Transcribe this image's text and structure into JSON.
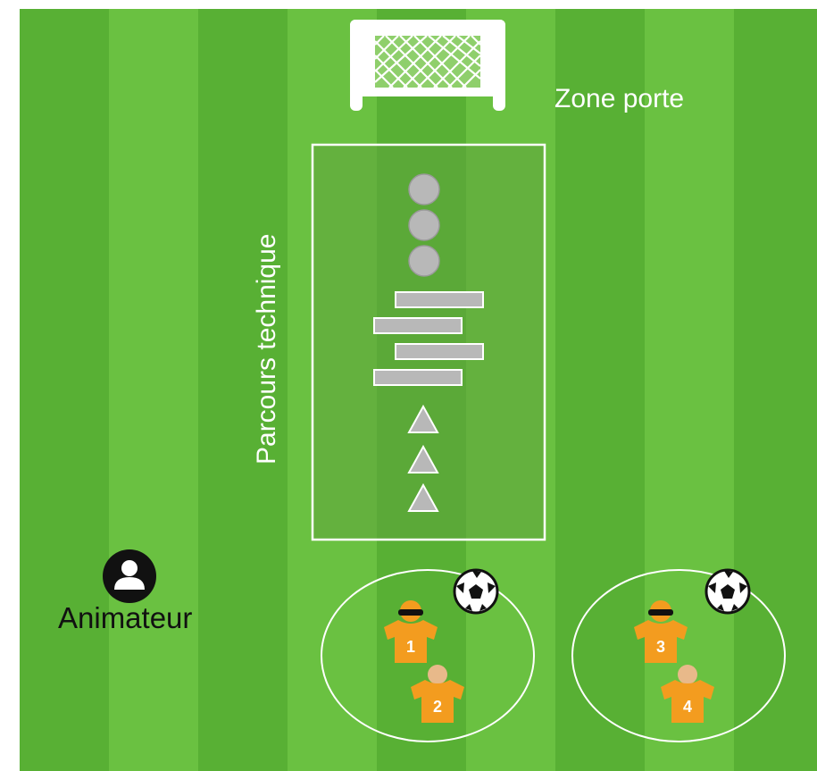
{
  "labels": {
    "goal_zone": "Zone porte",
    "course": "Parcours technique",
    "coach": "Animateur"
  },
  "players": [
    {
      "number": "1",
      "blindfolded": true,
      "group": "left"
    },
    {
      "number": "2",
      "blindfolded": false,
      "group": "left"
    },
    {
      "number": "3",
      "blindfolded": true,
      "group": "right"
    },
    {
      "number": "4",
      "blindfolded": false,
      "group": "right"
    }
  ],
  "obstacles": {
    "discs": 3,
    "hurdles": 4,
    "cones": 3
  },
  "colors": {
    "stripe_light": "#6ac141",
    "stripe_dark": "#58b034",
    "course_fill": "#5fa43d",
    "line": "#ffffff",
    "jersey": "#f39c1f",
    "obstacle": "#b8b8b8"
  },
  "icons": [
    "goal-icon",
    "coach-icon",
    "football-icon",
    "jersey-icon",
    "blindfold-icon"
  ]
}
